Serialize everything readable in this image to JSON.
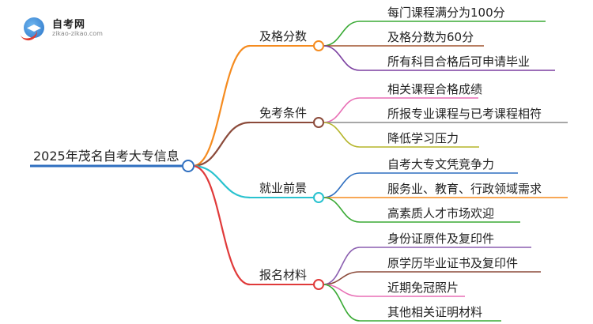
{
  "logo": {
    "name": "自考网",
    "url": "zikao-zikao.com"
  },
  "root": {
    "label": "2025年茂名自考大专信息"
  },
  "branches": [
    {
      "label": "及格分数",
      "color": "#f58b1f",
      "children": [
        {
          "label": "每门课程满分为100分",
          "color": "#3aaa35"
        },
        {
          "label": "及格分数为60分",
          "color": "#a0522d"
        },
        {
          "label": "所有科目合格后可申请毕业",
          "color": "#7b3fa0"
        }
      ]
    },
    {
      "label": "免考条件",
      "color": "#8b4a3a",
      "children": [
        {
          "label": "相关课程合格成绩",
          "color": "#e86fb5"
        },
        {
          "label": "所报专业课程与已考课程相符",
          "color": "#8a8a8a"
        },
        {
          "label": "降低学习压力",
          "color": "#b5b52a"
        }
      ]
    },
    {
      "label": "就业前景",
      "color": "#29c2cf",
      "children": [
        {
          "label": "自考大专文凭竞争力",
          "color": "#2f6fc0"
        },
        {
          "label": "服务业、教育、行政领域需求",
          "color": "#f58b1f"
        },
        {
          "label": "高素质人才市场欢迎",
          "color": "#3aaa35"
        }
      ]
    },
    {
      "label": "报名材料",
      "color": "#e03a3a",
      "children": [
        {
          "label": "身份证原件及复印件",
          "color": "#8b5fb0"
        },
        {
          "label": "原学历毕业证书及复印件",
          "color": "#8b4a3a"
        },
        {
          "label": "近期免冠照片",
          "color": "#e86fb5"
        },
        {
          "label": "其他相关证明材料",
          "color": "#3aaa35"
        }
      ]
    }
  ]
}
